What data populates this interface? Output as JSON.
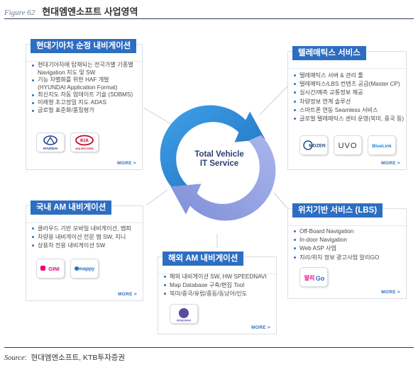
{
  "figure": {
    "label": "Figure 62",
    "title": "현대엠엔소프트 사업영역"
  },
  "center": {
    "line1": "Total Vehicle",
    "line2": "IT Service"
  },
  "colors": {
    "accent": "#2d6ec2",
    "arrow_blue": "#2f8ad8",
    "arrow_purple": "#8e9fe0",
    "title_text": "#2b3f70"
  },
  "boxes": {
    "top_left": {
      "title": "현대기아차 순정 내비게이션",
      "items": [
        "현대기아차에 탑재되는 전국가별 기종별",
        "Navigation 지도 및 SW",
        "기능 차별화를 위한 HAF 개발",
        "(HYUNDAI Application Format)",
        "최신지도 자동 업데이트 기술 (SDBMS)",
        "미래형 초고정밀 지도 ADAS",
        "글로벌 표준화/품질평가"
      ],
      "logos": [
        {
          "icon": "hyundai-logo",
          "text": "HYUNDAI"
        },
        {
          "icon": "kia-logo",
          "text": "KIA",
          "subtext": "KIA MOTORS"
        }
      ],
      "more": "MORE >"
    },
    "top_right": {
      "title": "텔레매틱스 서비스",
      "items": [
        "텔레매틱스 서버 & 관리 툴",
        "텔레매틱스/LBS 컨텐츠 공급(Master CP)",
        "실시간/예측 교통정보 제공",
        "차량정보 연계 솔루션",
        "스마트폰 연동 Seamless 서비스",
        "글로벌 텔레매틱스 센터 운영(북미, 중국 등)"
      ],
      "logos": [
        {
          "icon": "mozen-logo",
          "text": "MOZEN"
        },
        {
          "icon": "uvo-logo",
          "text": "UVO"
        },
        {
          "icon": "bluelink-logo",
          "text": "BlueLink"
        }
      ],
      "more": "MORE >"
    },
    "mid_left": {
      "title": "국내 AM 내비게이션",
      "items": [
        "클라우드 기반 모바일 내비게이션, 맵피",
        "차량용 내비게이션 전문 맵 SW, 지니",
        "상용차 전용 내비게이션 SW"
      ],
      "logos": [
        {
          "icon": "gini-logo",
          "text": "GINI"
        },
        {
          "icon": "mappy-logo",
          "text": "mappy"
        }
      ],
      "more": "MORE >"
    },
    "bottom_center": {
      "title": "해외 AM 내비게이션",
      "items": [
        "해외 내비게이션 SW, HW SPEEDNAVI",
        "Map Database 구축/편집 Tool",
        "북미/중국/유럽/중동/동남아/인도"
      ],
      "logos": [
        {
          "icon": "speednavi-logo",
          "text": "SPEEDNAVI"
        }
      ],
      "more": "MORE >"
    },
    "right_lbs": {
      "title": "위치기반 서비스 (LBS)",
      "items": [
        "Off-Board Navigation",
        "In-door Navigation",
        "Web ASP 사업",
        "지리/위치 정보 광고사업 알리GO"
      ],
      "logos": [
        {
          "icon": "alligo-logo",
          "text": "알리",
          "subtext": "Go"
        }
      ],
      "more": "MORE >"
    }
  },
  "source": {
    "label": "Source",
    "text": "현대엠엔소프트, KTB투자증권"
  }
}
